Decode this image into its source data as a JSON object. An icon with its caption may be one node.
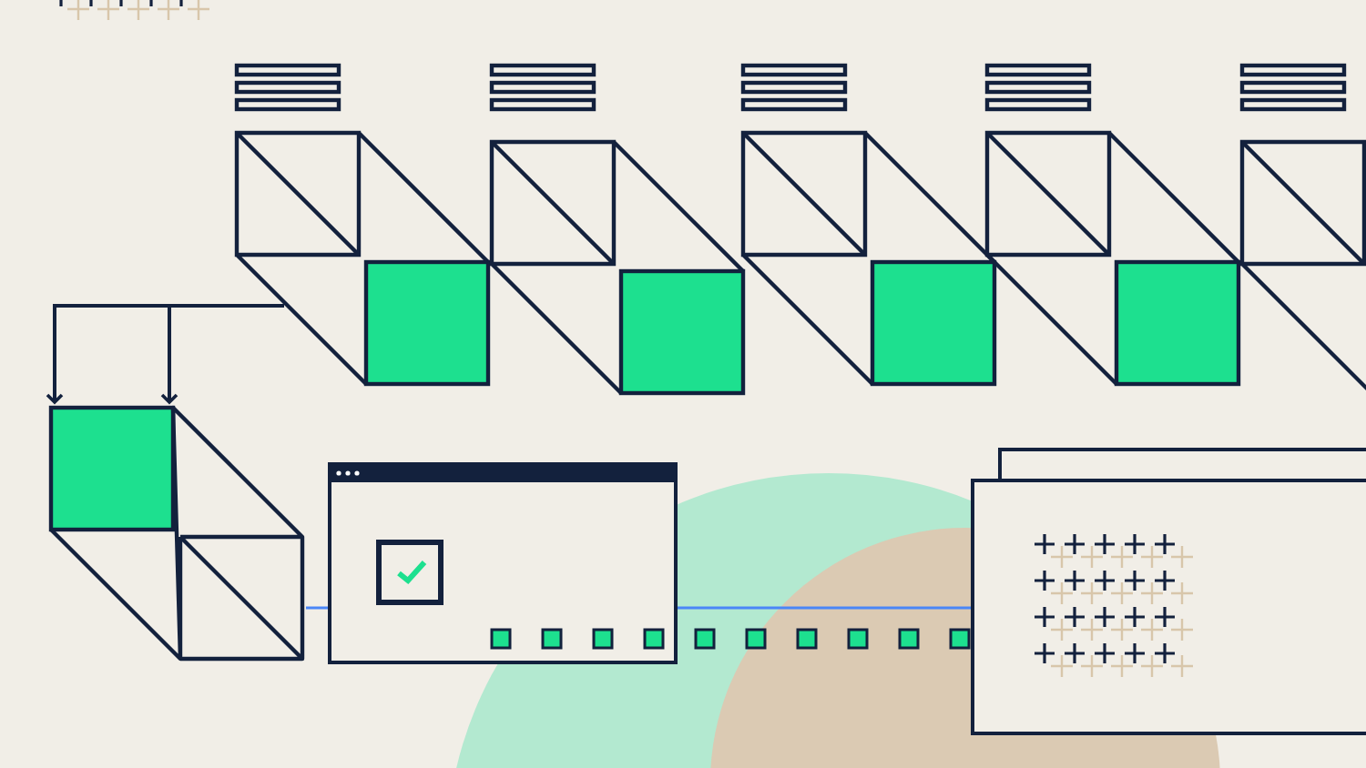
{
  "diagram": {
    "nodes": [
      {
        "text": [],
        "shape": "picture"
      },
      {
        "text": [],
        "shape": "box"
      },
      {
        "text": [],
        "shape": "box"
      },
      {
        "text": [],
        "shape": "box"
      }
    ],
    "edges": [
      {
        "from": 0,
        "to": 1,
        "arrow": "to"
      },
      {
        "from": 0,
        "to": 1,
        "arrow": "to"
      },
      {
        "from": 1,
        "to": 2,
        "arrow": "none",
        "color": "#4a86f7"
      },
      {
        "from": 2,
        "to": 3,
        "arrow": "none",
        "color": "#4a86f7"
      }
    ]
  }
}
